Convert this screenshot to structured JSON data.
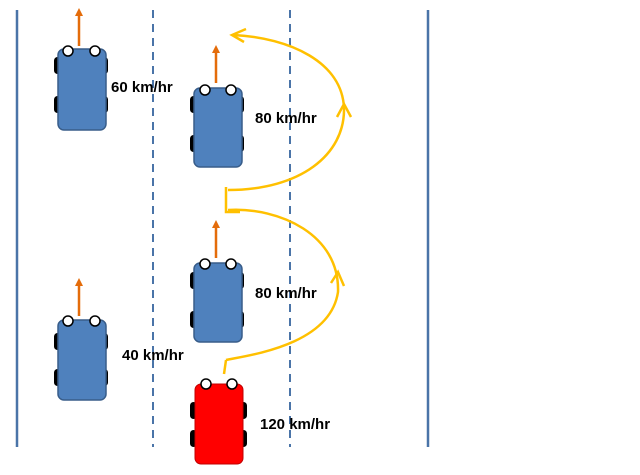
{
  "labels": {
    "car_left_top_speed": "60 km/hr",
    "car_mid_top_speed": "80 km/hr",
    "car_mid_lower_speed": "80 km/hr",
    "car_left_bottom_speed": "40 km/hr",
    "car_red_speed": "120 km/hr"
  },
  "colors": {
    "road_line": "#4a74a8",
    "car_blue": "#4f81bd",
    "car_red": "#ff0000",
    "heading_arrow": "#e46c0a",
    "path_arrow": "#ffc000"
  }
}
